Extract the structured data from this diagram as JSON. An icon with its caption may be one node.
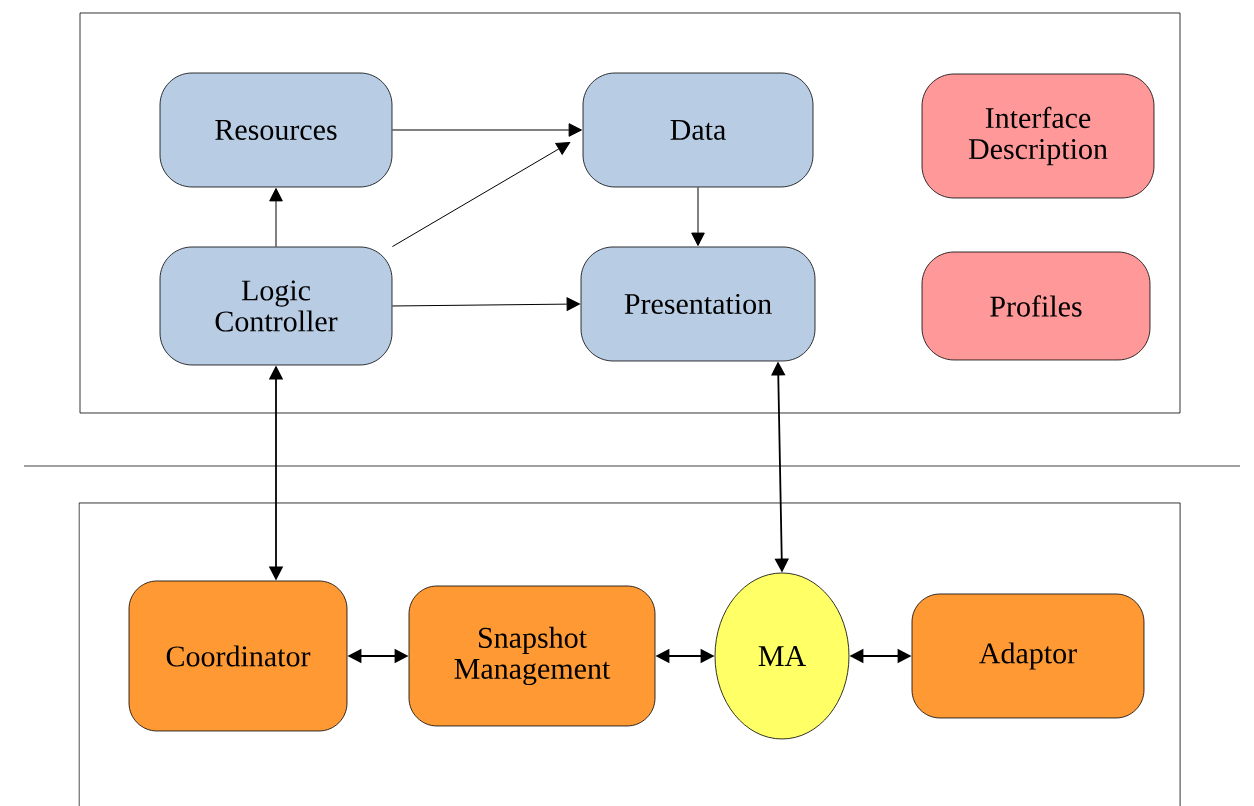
{
  "diagram": {
    "nodes": [
      {
        "text": [],
        "shape": "box"
      },
      {
        "text": [
          "Resources"
        ],
        "in": 0
      },
      {
        "text": [
          "Data"
        ],
        "in": 0
      },
      {
        "text": [
          "Interface Description"
        ],
        "in": 0
      },
      {
        "text": [
          "Logic Controller"
        ],
        "in": 0
      },
      {
        "text": [
          "Presentation"
        ],
        "in": 0
      },
      {
        "text": [
          "Profiles"
        ],
        "in": 0
      },
      {
        "text": [],
        "shape": "box"
      },
      {
        "text": [
          "Coordinator"
        ],
        "in": 7
      },
      {
        "text": [
          "Snapshot Management"
        ],
        "in": 7
      },
      {
        "text": [
          "MA"
        ],
        "in": 7
      },
      {
        "text": [
          "Adaptor"
        ],
        "in": 7
      }
    ],
    "edges": [
      {
        "from": 1,
        "to": 2,
        "arrow": "to"
      },
      {
        "from": 4,
        "to": 1,
        "arrow": "to"
      },
      {
        "from": 4,
        "to": 2,
        "arrow": "to"
      },
      {
        "from": 2,
        "to": 5,
        "arrow": "to"
      },
      {
        "from": 4,
        "to": 5,
        "arrow": "to"
      },
      {
        "from": 4,
        "to": 8,
        "arrow": "both"
      },
      {
        "from": 5,
        "to": 10,
        "arrow": "both"
      },
      {
        "from": 8,
        "to": 9,
        "arrow": "both"
      },
      {
        "from": 9,
        "to": 10,
        "arrow": "both"
      },
      {
        "from": 10,
        "to": 11,
        "arrow": "both"
      }
    ]
  }
}
